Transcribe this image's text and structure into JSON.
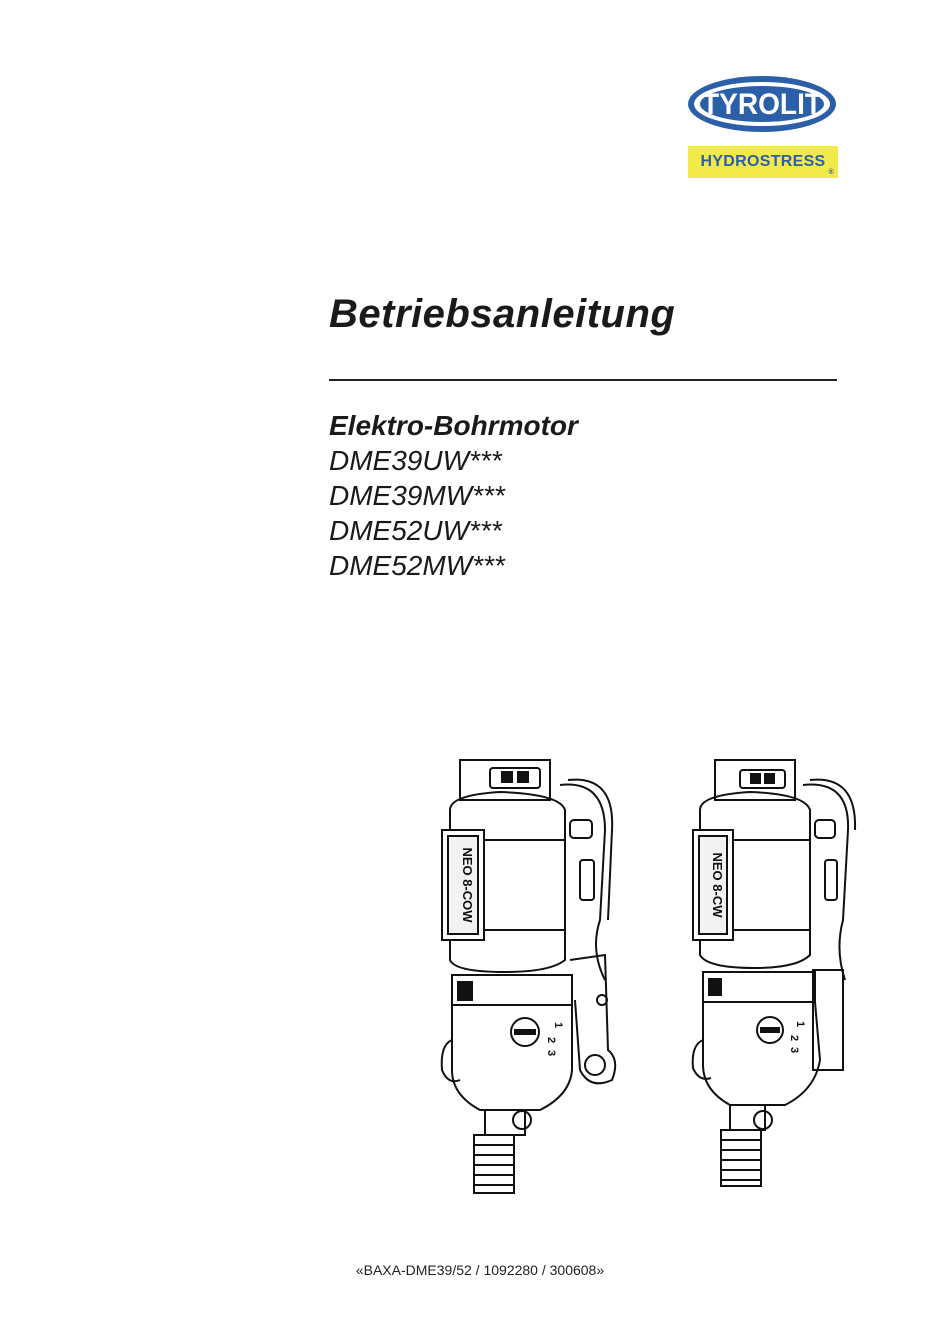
{
  "logo": {
    "brand": "TYROLIT",
    "subbrand": "HYDROSTRESS",
    "registered": "®",
    "colors": {
      "brand_blue": "#2b5fa8",
      "band_yellow": "#f2e94a"
    }
  },
  "document": {
    "title": "Betriebsanleitung",
    "subtitle_lines": [
      "Elektro-Bohrmotor",
      "DME39UW***",
      "DME39MW***",
      "DME52UW***",
      "DME52MW***"
    ],
    "footer_reference": "«BAXA-DME39/52 / 1092280 / 300608»"
  },
  "illustration": {
    "left_motor_label": "NEO 8-COW",
    "right_motor_label": "NEO 8-CW",
    "gear_marks": [
      "1",
      "2",
      "3"
    ]
  }
}
